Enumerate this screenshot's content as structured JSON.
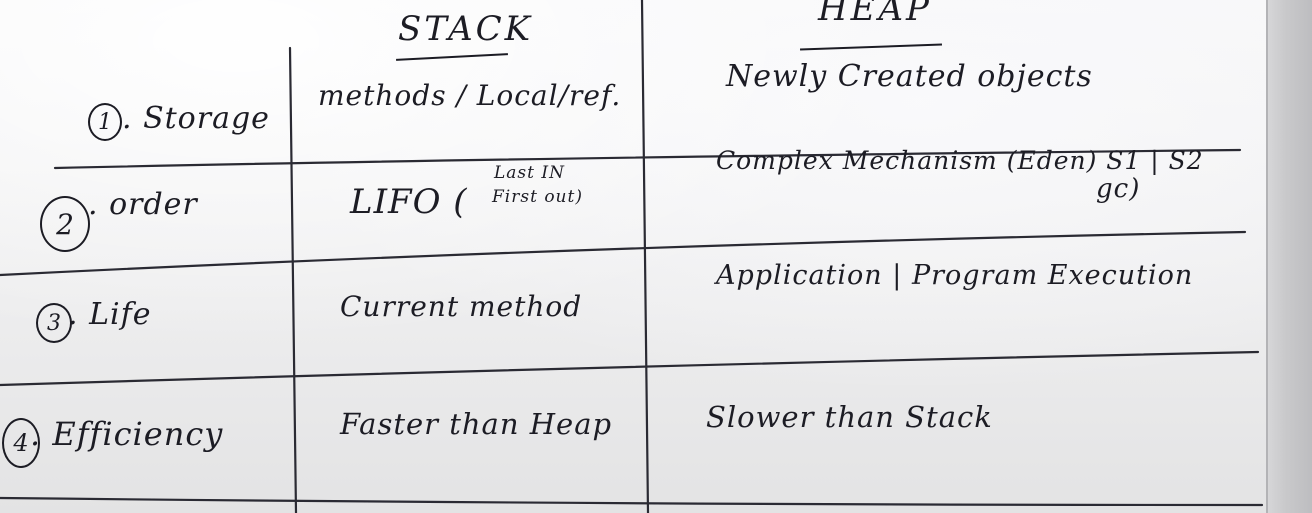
{
  "headers": {
    "stack": "STACK",
    "heap": "HEAP"
  },
  "rows": [
    {
      "number": "1",
      "label": ". Storage",
      "stack": "methods / Local/ref.",
      "heap": "Newly Created objects"
    },
    {
      "number": "2",
      "label": ". order",
      "stack": "LIFO (",
      "stack_note_line1": "Last IN",
      "stack_note_line2": "First out)",
      "heap": "Complex Mechanism (Eden) S1 | S2",
      "heap_line2": "gc)"
    },
    {
      "number": "3",
      "label": ". Life",
      "stack": "Current method",
      "heap": "Application | Program Execution"
    },
    {
      "number": "4",
      "label": ". Efficiency",
      "stack": "Faster than Heap",
      "heap": "Slower than Stack"
    }
  ]
}
